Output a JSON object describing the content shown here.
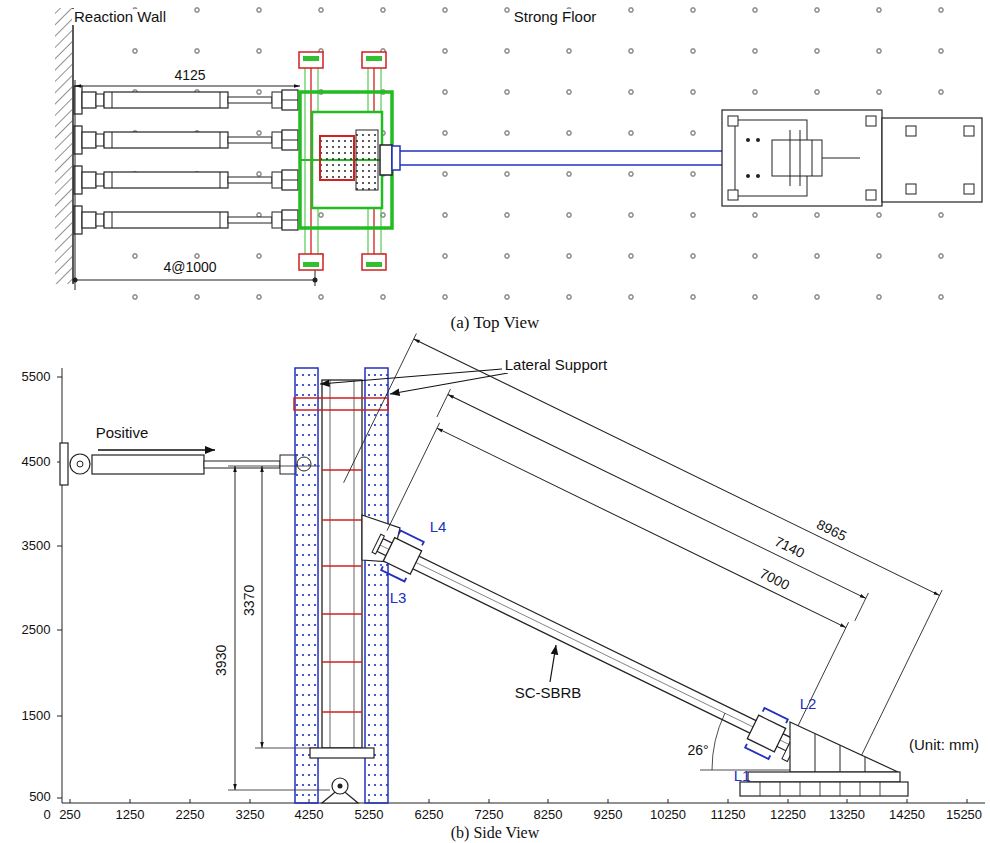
{
  "diagram": {
    "labels": [
      "Reaction Wall",
      "Strong Floor",
      "4125",
      "4@1000",
      "(a) Top View",
      "Lateral Support",
      "Positive",
      "5500",
      "4500",
      "3500",
      "2500",
      "1500",
      "500",
      "0",
      "250",
      "1250",
      "2250",
      "3250",
      "4250",
      "5250",
      "6250",
      "7250",
      "8250",
      "9250",
      "10250",
      "11250",
      "12250",
      "13250",
      "14250",
      "15250",
      "3930",
      "3370",
      "8965",
      "7140",
      "7000",
      "L1",
      "L2",
      "L3",
      "L4",
      "SC-SBRB",
      "26°",
      "(Unit: mm)",
      "(b) Side View"
    ]
  }
}
